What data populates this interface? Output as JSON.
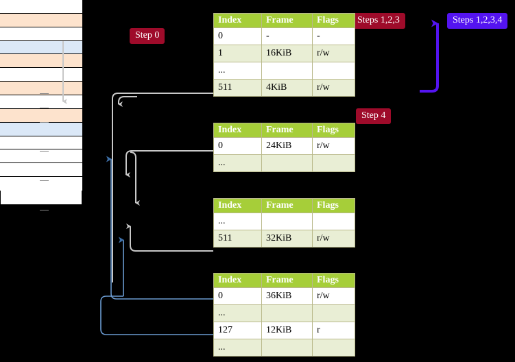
{
  "labels": {
    "step0": "Step 0",
    "step4": "Step 4",
    "steps123": "Steps 1,2,3",
    "steps1234": "Steps 1,2,3,4",
    "frame_size": "4KiB"
  },
  "colors": {
    "badge_red": "#9e0b2a",
    "badge_blue": "#5414f0",
    "table_header": "#a6ce39",
    "table_alt_row": "#e9eed5",
    "highlight": "#fbf9a0",
    "frame_box": "#fbeed3",
    "mem_peach": "#fde3cd",
    "mem_blue": "#dbe8f7",
    "wire_gray": "#c8c8c8",
    "wire_blue": "#6a9ad0"
  },
  "tables": [
    {
      "name": "pml4-table",
      "headers": [
        "Index",
        "Frame",
        "Flags"
      ],
      "rows": [
        {
          "cells": [
            "0",
            "-",
            "-"
          ],
          "style": "plain",
          "highlight": false
        },
        {
          "cells": [
            "1",
            "16KiB",
            "r/w"
          ],
          "style": "alt",
          "highlight": false
        },
        {
          "cells": [
            "...",
            "",
            ""
          ],
          "style": "plain",
          "highlight": false
        },
        {
          "cells": [
            "511",
            "4KiB",
            "r/w"
          ],
          "style": "alt",
          "highlight": true
        }
      ]
    },
    {
      "name": "pdpt-table",
      "headers": [
        "Index",
        "Frame",
        "Flags"
      ],
      "rows": [
        {
          "cells": [
            "0",
            "24KiB",
            "r/w"
          ],
          "style": "plain",
          "highlight": false
        },
        {
          "cells": [
            "...",
            "",
            ""
          ],
          "style": "alt",
          "highlight": false
        }
      ]
    },
    {
      "name": "pd-table",
      "headers": [
        "Index",
        "Frame",
        "Flags"
      ],
      "rows": [
        {
          "cells": [
            "...",
            "",
            ""
          ],
          "style": "plain",
          "highlight": false
        },
        {
          "cells": [
            "511",
            "32KiB",
            "r/w"
          ],
          "style": "alt",
          "highlight": false
        }
      ]
    },
    {
      "name": "pt-table",
      "headers": [
        "Index",
        "Frame",
        "Flags"
      ],
      "rows": [
        {
          "cells": [
            "0",
            "36KiB",
            "r/w"
          ],
          "style": "plain",
          "highlight": false
        },
        {
          "cells": [
            "...",
            "",
            ""
          ],
          "style": "alt",
          "highlight": false
        },
        {
          "cells": [
            "127",
            "12KiB",
            "r"
          ],
          "style": "plain",
          "highlight": false
        },
        {
          "cells": [
            "...",
            "",
            ""
          ],
          "style": "alt",
          "highlight": false
        }
      ]
    }
  ],
  "memory_column": {
    "name": "physical-memory-column",
    "rows": [
      {
        "fill": "white"
      },
      {
        "fill": "peach"
      },
      {
        "fill": "white"
      },
      {
        "fill": "blue"
      },
      {
        "fill": "peach"
      },
      {
        "fill": "white"
      },
      {
        "fill": "peach"
      },
      {
        "fill": "white"
      },
      {
        "fill": "peach"
      },
      {
        "fill": "blue"
      },
      {
        "fill": "white"
      },
      {
        "fill": "white"
      },
      {
        "fill": "white"
      },
      {
        "fill": "white"
      }
    ]
  }
}
